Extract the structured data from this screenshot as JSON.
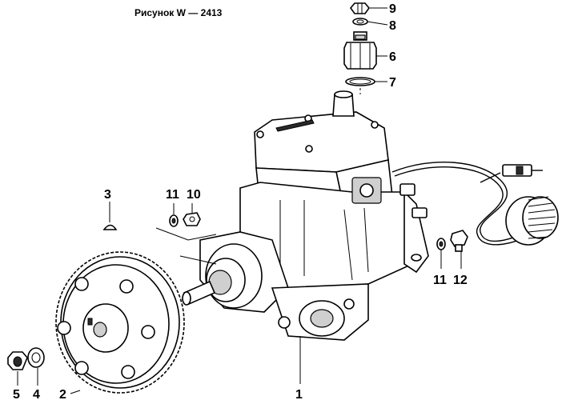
{
  "figure": {
    "title": "Рисунок W — 2413"
  },
  "callouts": [
    {
      "id": "9",
      "text": "9"
    },
    {
      "id": "8",
      "text": "8"
    },
    {
      "id": "6",
      "text": "6"
    },
    {
      "id": "7",
      "text": "7"
    },
    {
      "id": "3",
      "text": "3"
    },
    {
      "id": "11a",
      "text": "11"
    },
    {
      "id": "10",
      "text": "10"
    },
    {
      "id": "11b",
      "text": "11"
    },
    {
      "id": "12",
      "text": "12"
    },
    {
      "id": "1",
      "text": "1"
    },
    {
      "id": "5",
      "text": "5"
    },
    {
      "id": "4",
      "text": "4"
    },
    {
      "id": "2",
      "text": "2"
    }
  ]
}
